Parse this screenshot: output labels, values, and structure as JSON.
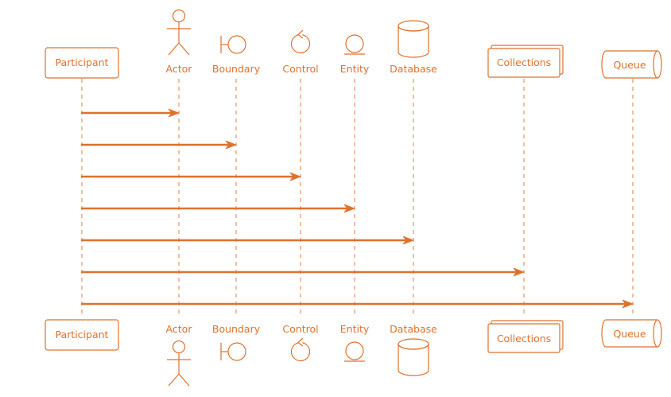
{
  "diagram": {
    "type": "sequence",
    "color": "#E0712C",
    "participants": [
      {
        "id": "participant",
        "label": "Participant",
        "shape": "box"
      },
      {
        "id": "actor",
        "label": "Actor",
        "shape": "actor"
      },
      {
        "id": "boundary",
        "label": "Boundary",
        "shape": "boundary"
      },
      {
        "id": "control",
        "label": "Control",
        "shape": "control"
      },
      {
        "id": "entity",
        "label": "Entity",
        "shape": "entity"
      },
      {
        "id": "database",
        "label": "Database",
        "shape": "database"
      },
      {
        "id": "collections",
        "label": "Collections",
        "shape": "collections"
      },
      {
        "id": "queue",
        "label": "Queue",
        "shape": "queue"
      }
    ],
    "messages": [
      {
        "from": "participant",
        "to": "actor",
        "label": ""
      },
      {
        "from": "participant",
        "to": "boundary",
        "label": ""
      },
      {
        "from": "participant",
        "to": "control",
        "label": ""
      },
      {
        "from": "participant",
        "to": "entity",
        "label": ""
      },
      {
        "from": "participant",
        "to": "database",
        "label": ""
      },
      {
        "from": "participant",
        "to": "collections",
        "label": ""
      },
      {
        "from": "participant",
        "to": "queue",
        "label": ""
      }
    ]
  }
}
